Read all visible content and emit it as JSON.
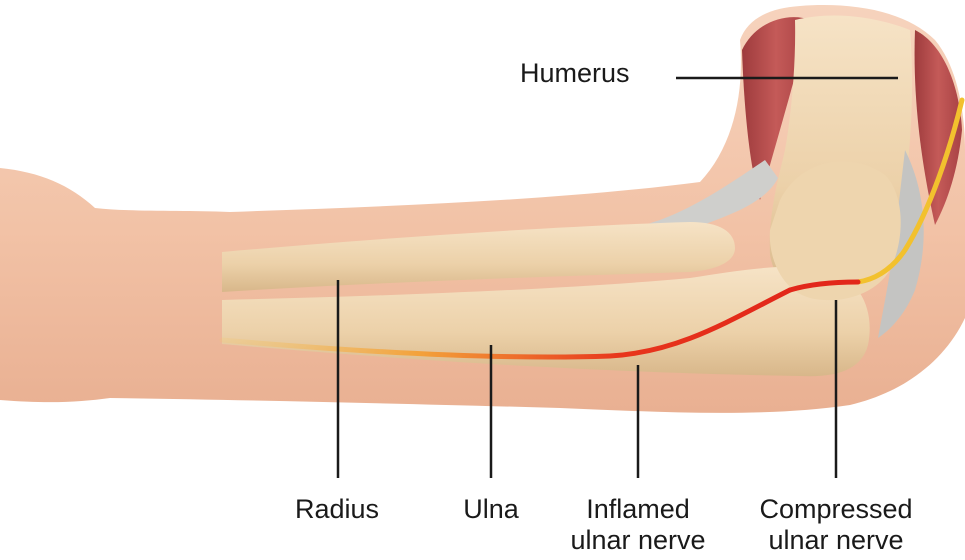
{
  "labels": {
    "humerus": "Humerus",
    "radius": "Radius",
    "ulna": "Ulna",
    "inflamed_line1": "Inflamed",
    "inflamed_line2": "ulnar nerve",
    "compressed_line1": "Compressed",
    "compressed_line2": "ulnar nerve"
  },
  "colors": {
    "skin": "#f2c2a6",
    "skin_dark": "#e7ab8b",
    "bone": "#efd6b0",
    "bone_shade": "#d9b98d",
    "muscle": "#b24a4a",
    "tendon": "#c9c9c7",
    "nerve_inflamed": "#e8361c",
    "nerve_normal": "#f2c12e",
    "leader_line": "#1a1a1a"
  }
}
